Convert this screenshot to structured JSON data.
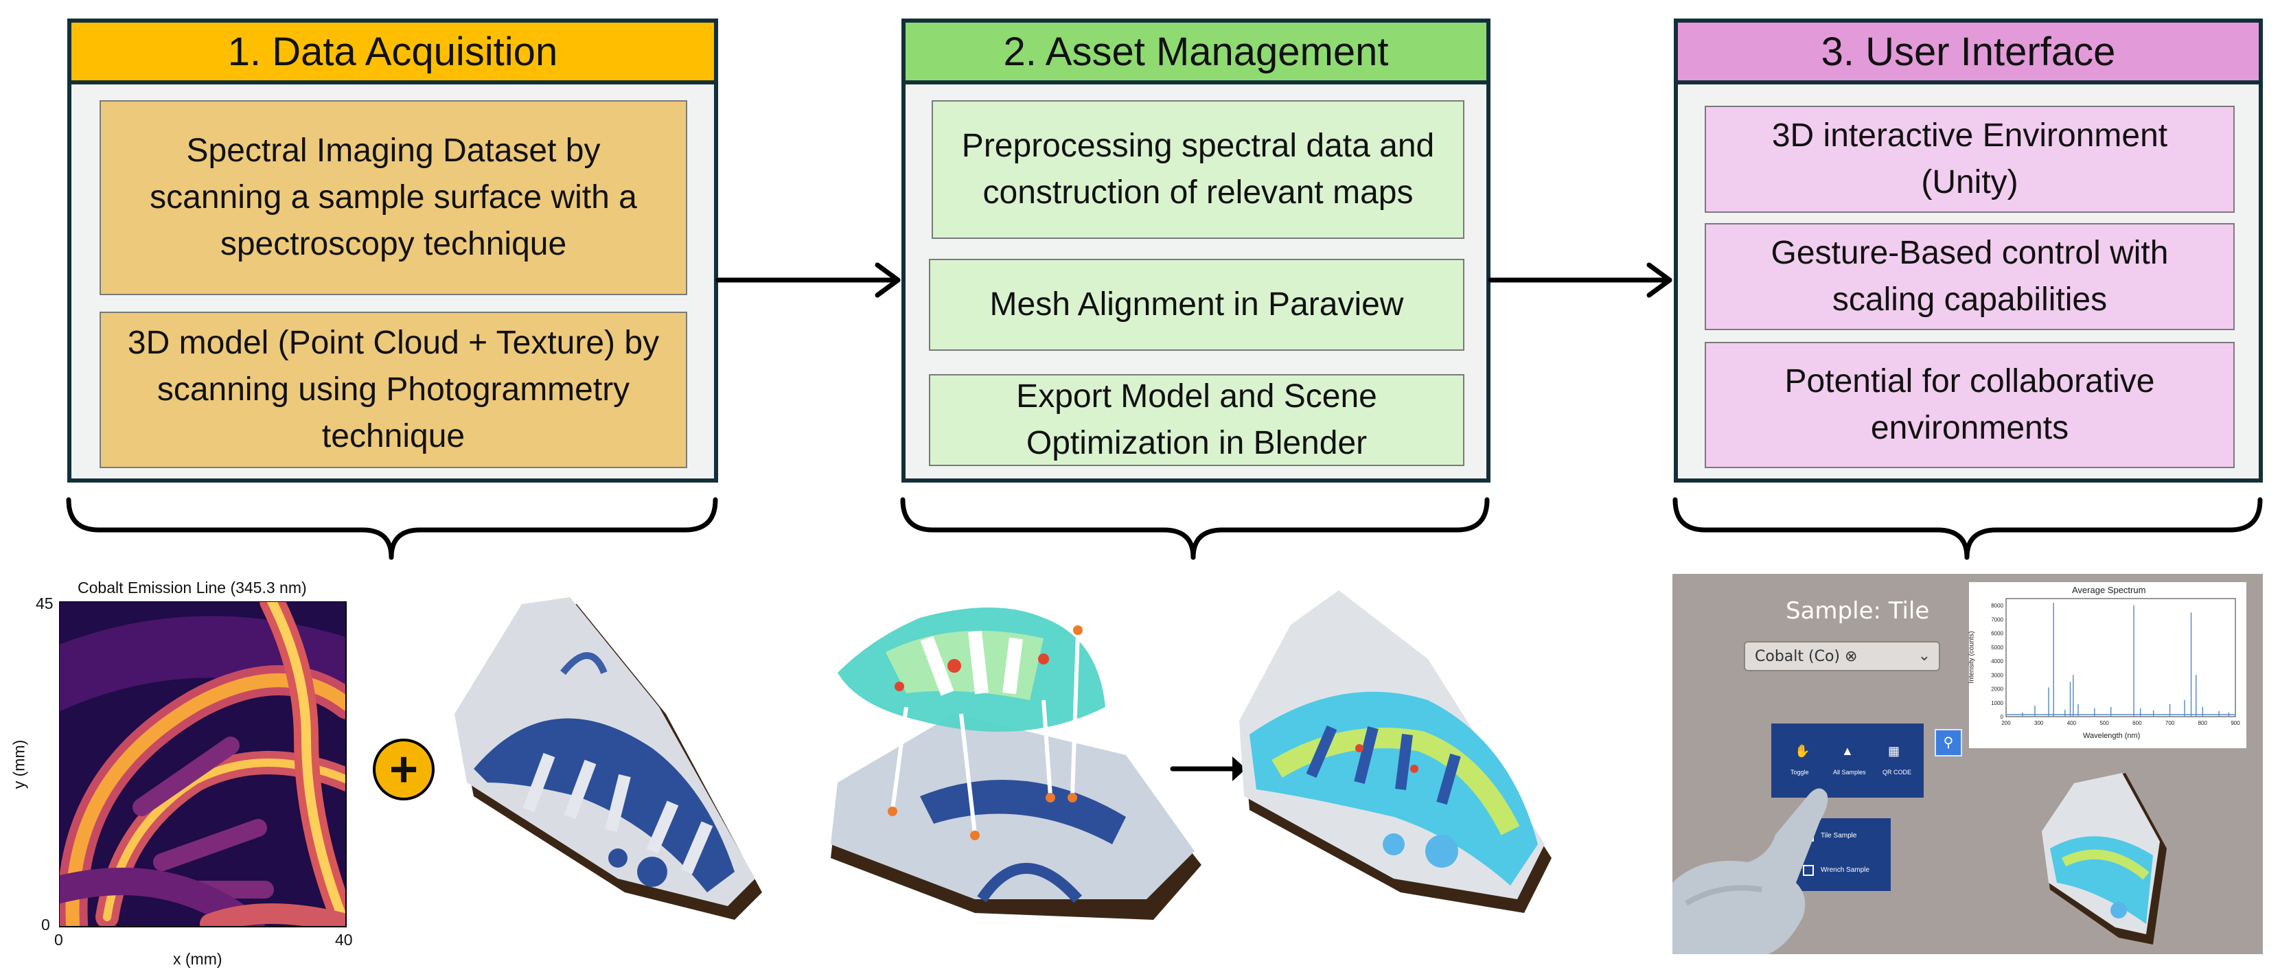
{
  "stages": [
    {
      "title": "1. Data Acquisition",
      "header_color": "#ffbf00",
      "steps": [
        "Spectral Imaging Dataset by scanning a sample surface with a spectroscopy technique",
        "3D model (Point Cloud + Texture) by scanning using Photogrammetry technique"
      ]
    },
    {
      "title": "2. Asset Management",
      "header_color": "#8fdb72",
      "steps": [
        "Preprocessing spectral data and construction of relevant maps",
        "Mesh Alignment in Paraview",
        "Export Model and Scene Optimization in Blender"
      ]
    },
    {
      "title": "3. User Interface",
      "header_color": "#e39ad9",
      "steps": [
        "3D interactive Environment (Unity)",
        "Gesture-Based control with scaling capabilities",
        "Potential for collaborative environments"
      ]
    }
  ],
  "heatmap": {
    "title": "Cobalt Emission Line (345.3 nm)",
    "xlabel": "x (mm)",
    "ylabel": "y (mm)",
    "x_ticks": [
      "0",
      "40"
    ],
    "y_ticks": [
      "0",
      "45"
    ]
  },
  "plus_symbol": "+",
  "ui_screenshot": {
    "sample_title": "Sample: Tile",
    "dropdown_value": "Cobalt (Co) ⊗",
    "menu_buttons": [
      "Toggle",
      "All Samples",
      "QR CODE"
    ],
    "checkboxes": [
      {
        "label": "Tile Sample",
        "checked": true
      },
      {
        "label": "Wrench Sample",
        "checked": false
      }
    ],
    "spectrum_chart": {
      "title": "Average Spectrum",
      "xlabel": "Wavelength (nm)",
      "ylabel": "Intensity (counts)",
      "y_ticks": [
        "0",
        "1000",
        "2000",
        "3000",
        "4000",
        "5000",
        "6000",
        "7000",
        "8000"
      ],
      "x_ticks": [
        "200",
        "300",
        "400",
        "500",
        "600",
        "700",
        "800",
        "900"
      ]
    }
  },
  "colors": {
    "panel_border": "#13303a",
    "arrow": "#000000",
    "ui_background": "#a79f9b",
    "plus_circle": "#f6b400"
  },
  "chart_data": {
    "type": "line",
    "title": "Average Spectrum",
    "xlabel": "Wavelength (nm)",
    "ylabel": "Intensity (counts)",
    "xlim": [
      200,
      900
    ],
    "ylim": [
      0,
      8500
    ],
    "x": [
      250,
      288,
      330,
      345,
      380,
      396,
      405,
      420,
      470,
      520,
      590,
      610,
      650,
      700,
      745,
      765,
      780,
      800,
      850,
      880
    ],
    "series": [
      {
        "values": [
          300,
          800,
          2100,
          8200,
          500,
          2500,
          3000,
          900,
          600,
          700,
          8000,
          600,
          450,
          900,
          1200,
          7500,
          3000,
          700,
          400,
          300
        ]
      }
    ]
  }
}
